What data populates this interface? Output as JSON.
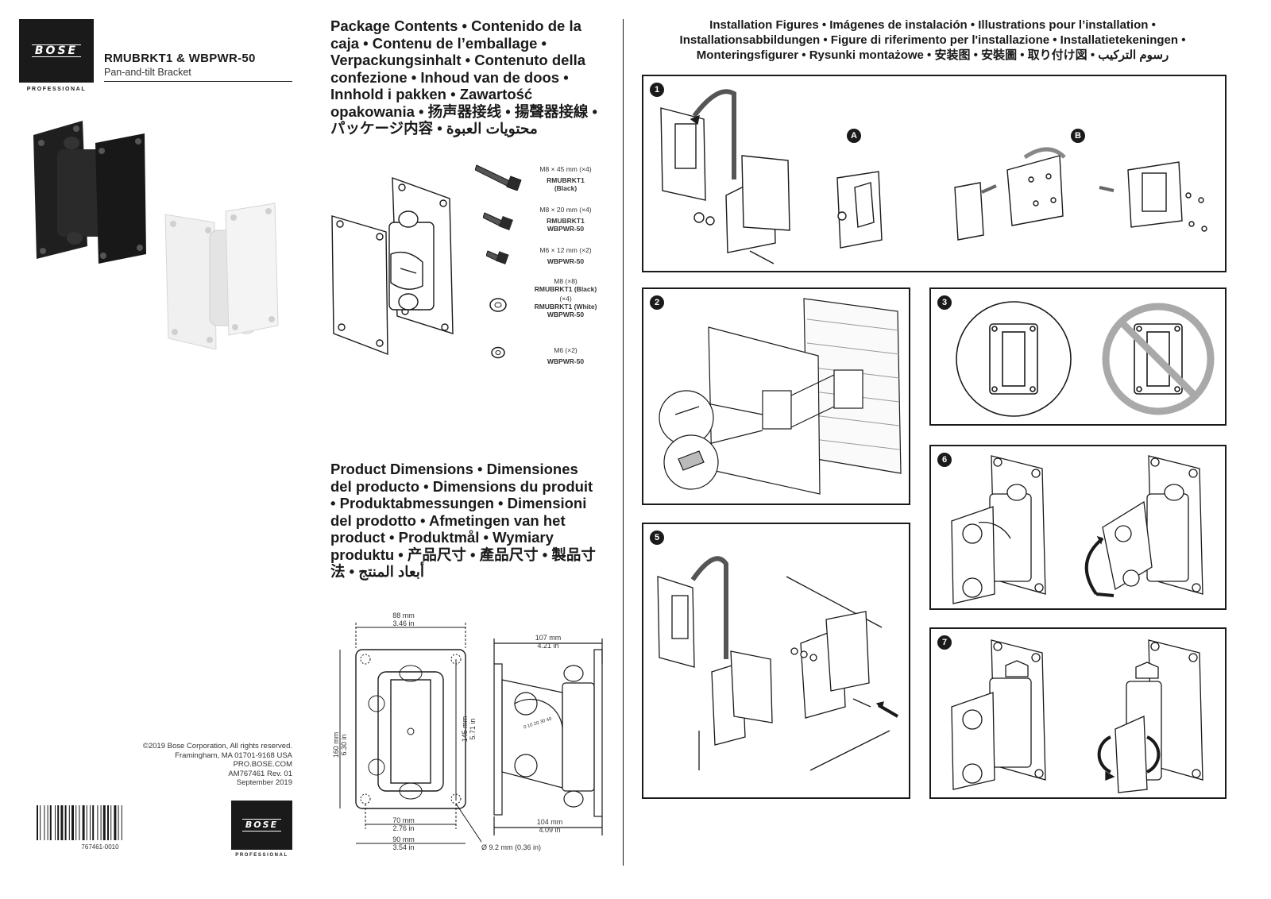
{
  "brand": {
    "wordmark": "BOSE",
    "subtitle": "PROFESSIONAL"
  },
  "product": {
    "model": "RMUBRKT1 & WBPWR-50",
    "name": "Pan-and-tilt Bracket"
  },
  "package_heading": "Package Contents • Contenido de la caja • Contenu de l’emballage • Verpackungsinhalt • Contenuto della confezione • Inhoud van de doos • Innhold i pakken • Zawartość opakowania • 扬声器接线 • 揚聲器接線 • パッケージ内容 • محتويات العبوة",
  "hardware": [
    {
      "size": "M8 × 45 mm (×4)",
      "model": "RMUBRKT1",
      "note": "(Black)"
    },
    {
      "size": "M8 × 20 mm (×4)",
      "model": "RMUBRKT1",
      "note": "WBPWR-50"
    },
    {
      "size": "M6 × 12 mm (×2)",
      "model": "WBPWR-50",
      "note": ""
    },
    {
      "size": "M8 (×8)",
      "model": "RMUBRKT1 (Black)",
      "qty2": "(×4)",
      "model2": "RMUBRKT1 (White)",
      "note": "WBPWR-50"
    },
    {
      "size": "M6 (×2)",
      "model": "WBPWR-50",
      "note": ""
    }
  ],
  "dimensions_heading": "Product Dimensions • Dimensiones del producto • Dimensions du produit • Produktabmessungen • Dimensioni del prodotto • Afmetingen van het product • Produktmål • Wymiary produktu • 产品尺寸 • 產品尺寸 • 製品寸法 • أبعاد المنتج",
  "dims": {
    "top_mm": "88 mm",
    "top_in": "3.46 in",
    "left_mm": "160 mm",
    "left_in": "6.30 in",
    "inner_mm": "145 mm",
    "inner_in": "5.71 in",
    "w70_mm": "70 mm",
    "w70_in": "2.76 in",
    "w90_mm": "90 mm",
    "w90_in": "3.54 in",
    "depth_mm": "107 mm",
    "depth_in": "4.21 in",
    "depth2_mm": "104 mm",
    "depth2_in": "4.09 in",
    "hole": "Ø 9.2 mm (0.36 in)",
    "tilt_marks": "0 10 20 30 40"
  },
  "copyright": [
    "©2019 Bose Corporation, All rights reserved.",
    "Framingham, MA 01701-9168 USA",
    "PRO.BOSE.COM",
    "AM767461 Rev. 01",
    "September 2019"
  ],
  "barcode_number": "767461-0010",
  "figures_heading": "Installation Figures • Imágenes de instalación • Illustrations pour l’installation • Installationsabbildungen • Figure di riferimento per l'installazione • Installatietekeningen • Monteringsfigurer • Rysunki montażowe • 安装图 • 安裝圖 • 取り付け図 • رسوم التركيب",
  "steps": {
    "s1": "1",
    "s2": "2",
    "s3": "3",
    "s5": "5",
    "s6": "6",
    "s7": "7",
    "a": "A",
    "b": "B"
  },
  "colors": {
    "ink": "#1a1a1a",
    "prohibit": "#a9a9a9",
    "white_bracket": "#eeeeee"
  }
}
